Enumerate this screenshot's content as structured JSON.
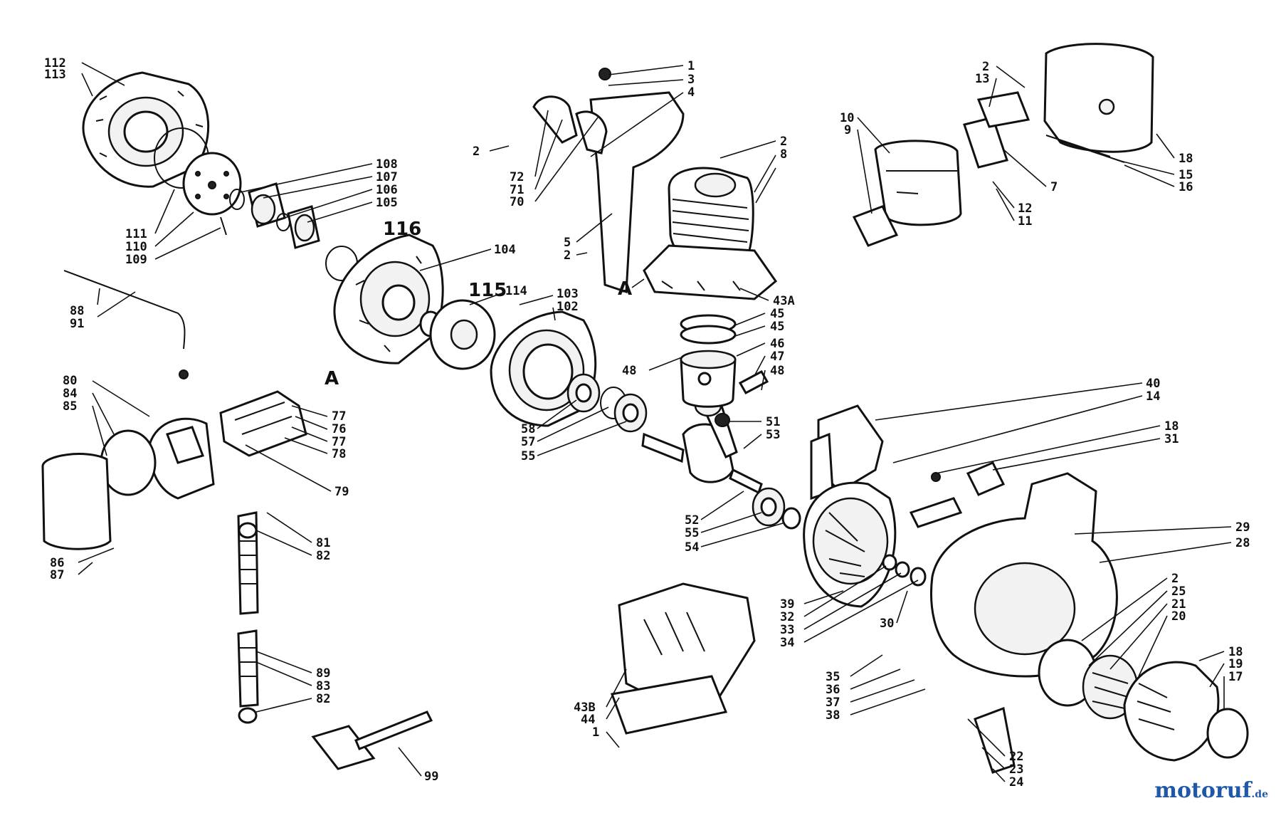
{
  "labels": [
    "112",
    "113",
    "111",
    "110",
    "109",
    "108",
    "107",
    "106",
    "105",
    "116",
    "104",
    "115",
    "114",
    "103",
    "102",
    "88",
    "91",
    "80",
    "84",
    "85",
    "86",
    "87",
    "77",
    "76",
    "77",
    "78",
    "79",
    "81",
    "82",
    "89",
    "83",
    "82",
    "99",
    "1",
    "3",
    "4",
    "2",
    "72",
    "71",
    "70",
    "5",
    "2",
    "A",
    "2",
    "8",
    "43A",
    "45",
    "45",
    "46",
    "47",
    "48",
    "48",
    "58",
    "57",
    "55",
    "51",
    "53",
    "52",
    "55",
    "54",
    "43B",
    "44",
    "1",
    "2",
    "13",
    "10",
    "9",
    "7",
    "12",
    "11",
    "18",
    "15",
    "16",
    "40",
    "14",
    "18",
    "31",
    "29",
    "28",
    "39",
    "32",
    "33",
    "34",
    "30",
    "35",
    "36",
    "37",
    "38",
    "2",
    "25",
    "21",
    "20",
    "18",
    "19",
    "17",
    "22",
    "23",
    "24",
    "A"
  ],
  "watermark": {
    "brand": "motoruf",
    "suffix": ".de"
  }
}
